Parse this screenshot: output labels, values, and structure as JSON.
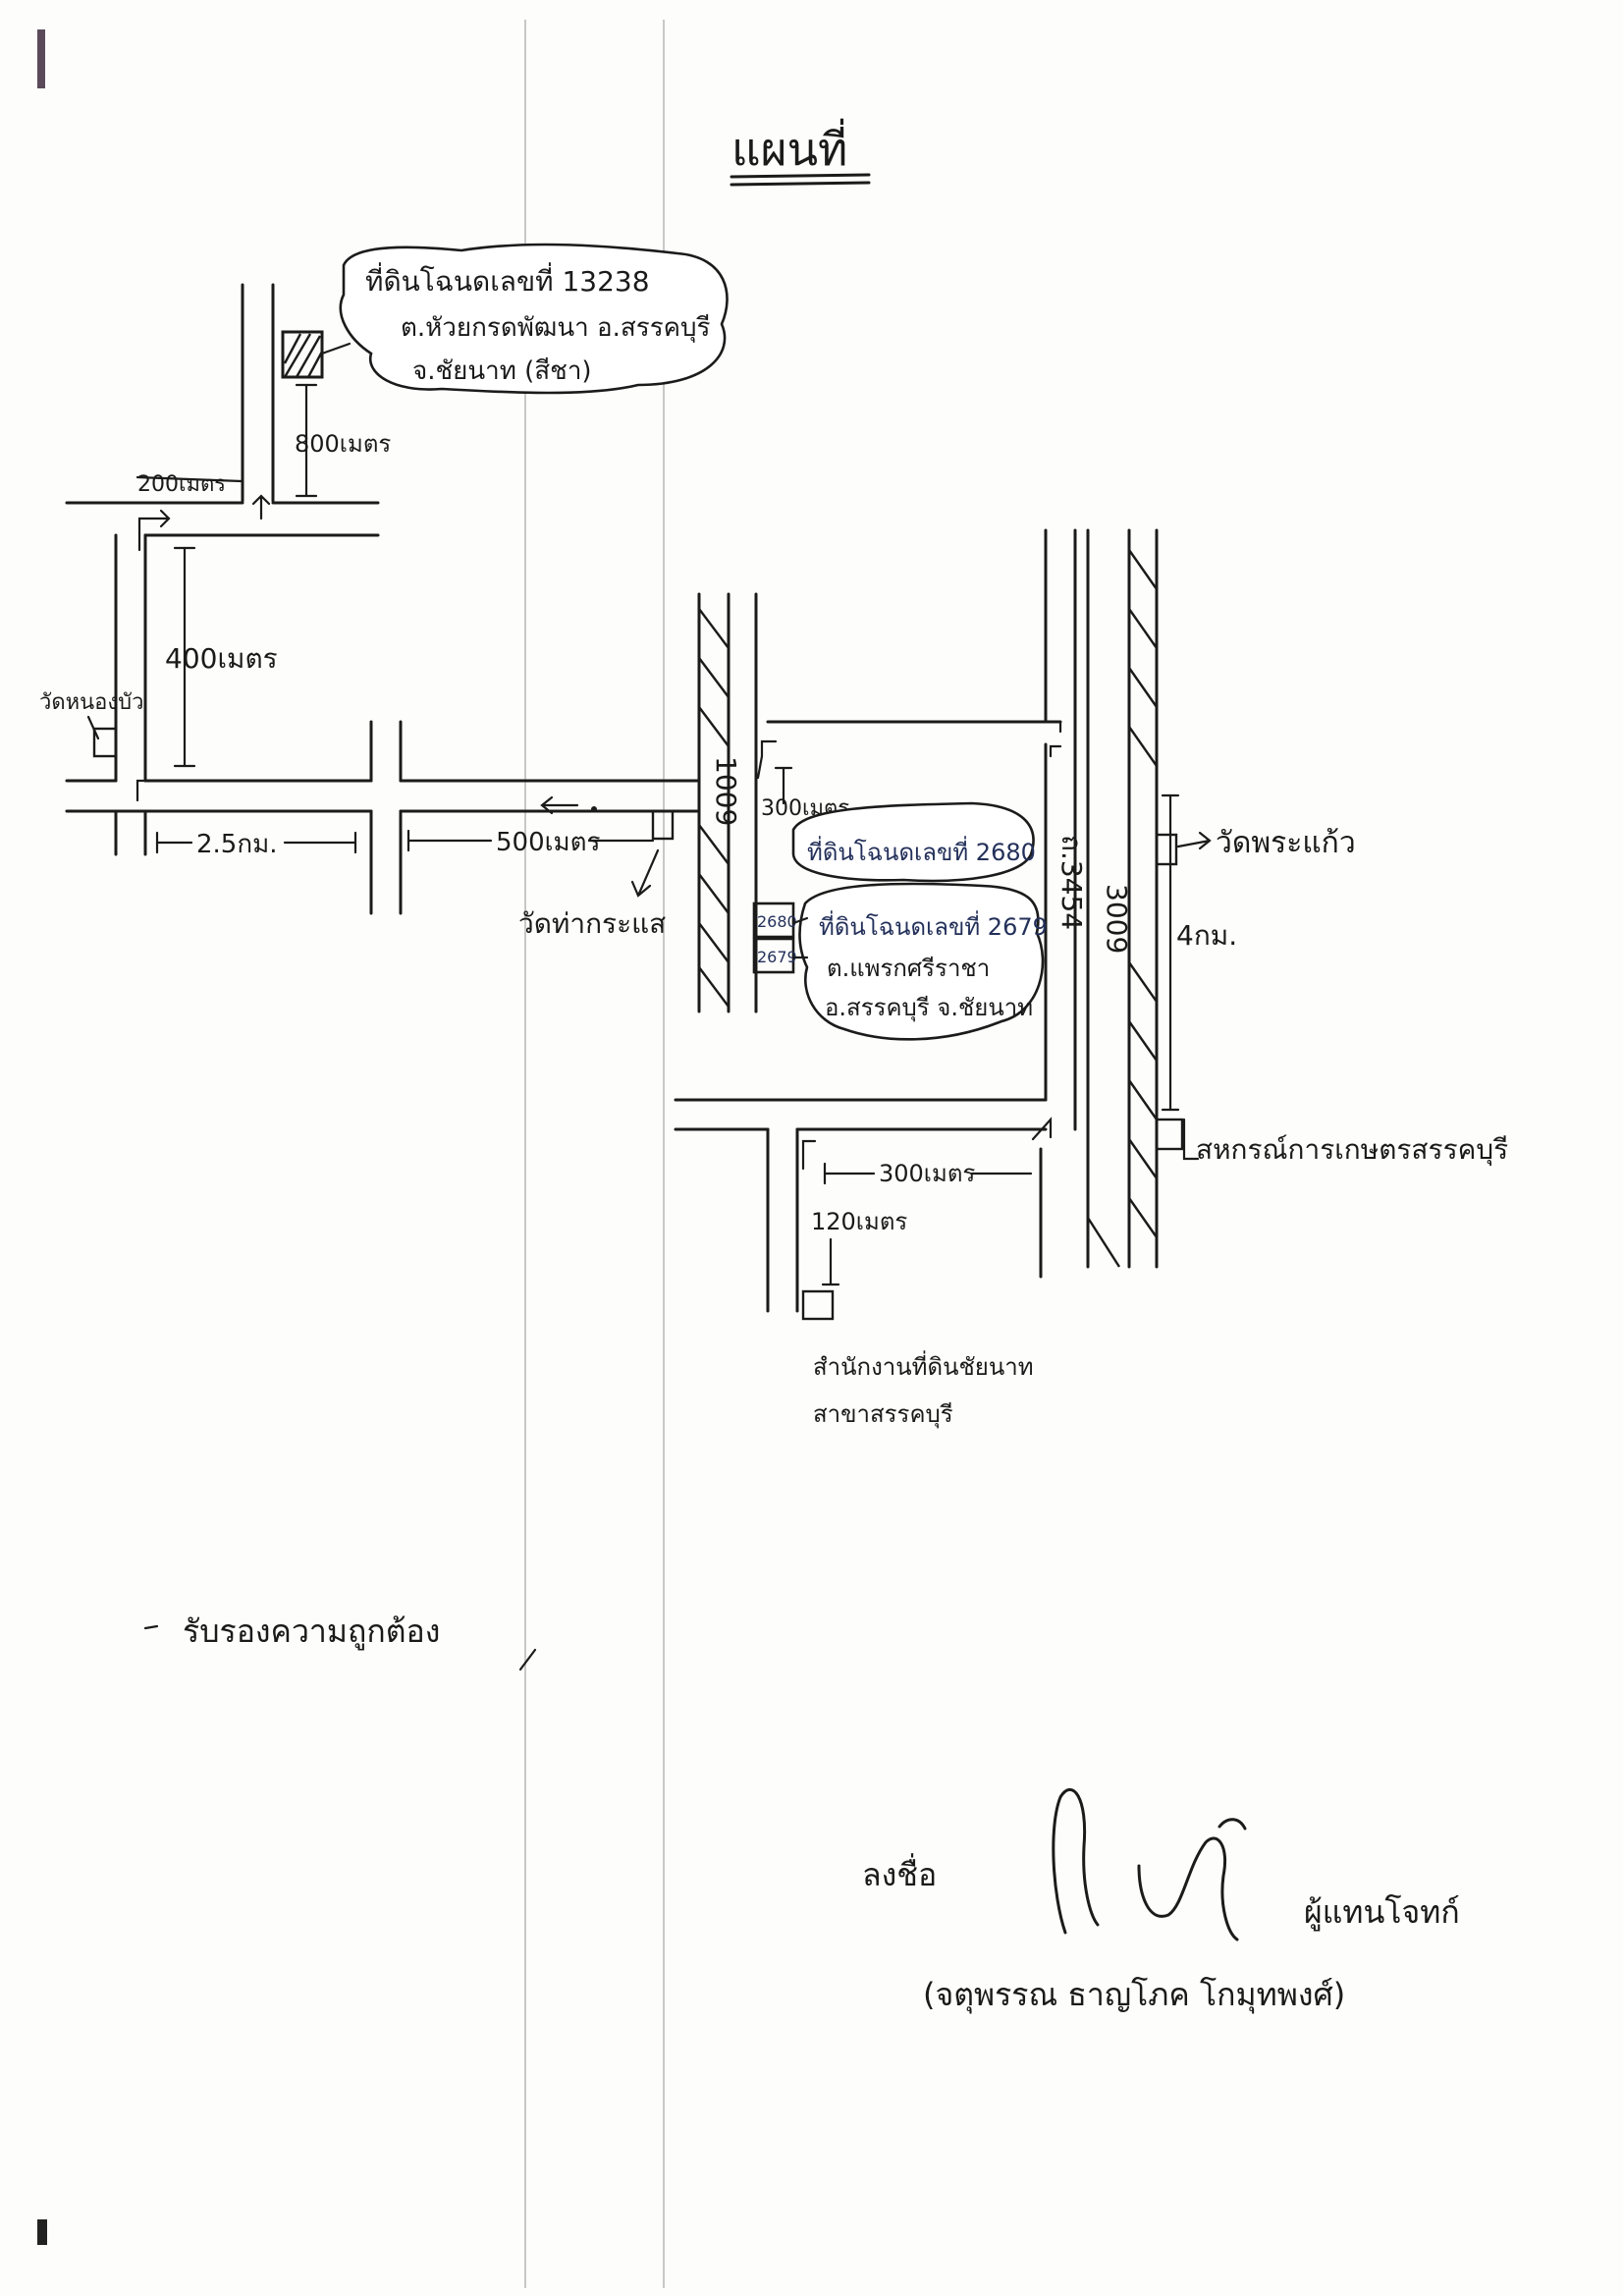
{
  "map": {
    "title": "แผนที่",
    "parcel_13238": {
      "line1": "ที่ดินโฉนดเลขที่ 13238",
      "line2": "ต.หัวยกรดพัฒนา อ.สรรคบุรี",
      "line3": "จ.ชัยนาท (สีชา)"
    },
    "parcel_2680": "ที่ดินโฉนดเลขที่ 2680",
    "parcel_2679": {
      "line1": "ที่ดินโฉนดเลขที่ 2679",
      "line2": "ต.แพรกศรีราชา",
      "line3": "อ.สรรคบุรี จ.ชัยนาท"
    },
    "small_box_2680": "2680",
    "small_box_2679": "2679",
    "dist_800m": "800เมตร",
    "dist_200m": "200เมตร",
    "dist_400m": "400เมตร",
    "dist_2_5km": "2.5กม.",
    "dist_500m": "500เมตร",
    "dist_300m_a": "300เมตร",
    "dist_300m_b": "300เมตร",
    "dist_120m": "120เมตร",
    "dist_4km": "4กม.",
    "road_1009": "1009",
    "road_3454": "ถ.3454",
    "road_3009": "3009",
    "wat_left": "วัดหนองบัว",
    "wat_tha_krasae": "วัดท่ากระแส",
    "wat_phra_kaew": "วัดพระแก้ว",
    "coop": "สหกรณ์การเกษตรสรรคบุรี",
    "land_office_line1": "สำนักงานที่ดินชัยนาท",
    "land_office_line2": "สาขาสรรคบุรี"
  },
  "certification": "รับรองความถูกต้อง",
  "signature": {
    "sign_label": "ลงชื่อ",
    "role": "ผู้แทนโจทก์",
    "name": "(จตุพรรณ ธาญโภค โกมุทพงศ์)"
  }
}
